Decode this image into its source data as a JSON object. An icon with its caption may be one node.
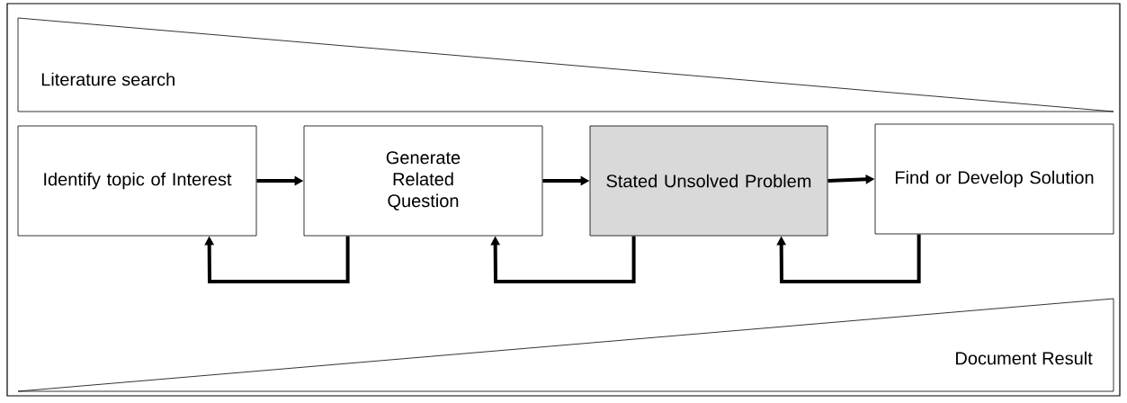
{
  "diagram": {
    "nodes": [
      {
        "text": [
          "Literature search"
        ]
      },
      {
        "text": [
          "Identify topic of Interest"
        ]
      },
      {
        "text": [
          "Generate Related Question"
        ]
      },
      {
        "text": [
          "Stated Unsolved Problem"
        ]
      },
      {
        "text": [
          "Find or Develop Solution"
        ]
      },
      {
        "text": [
          "Document Result"
        ]
      }
    ],
    "edges": [
      {
        "from": 1,
        "to": 2,
        "arrow": "to"
      },
      {
        "from": 2,
        "to": 3,
        "arrow": "to"
      },
      {
        "from": 3,
        "to": 4,
        "arrow": "to"
      },
      {
        "from": 2,
        "to": 1,
        "arrow": "to"
      },
      {
        "from": 3,
        "to": 2,
        "arrow": "to"
      },
      {
        "from": 4,
        "to": 3,
        "arrow": "to"
      }
    ]
  }
}
